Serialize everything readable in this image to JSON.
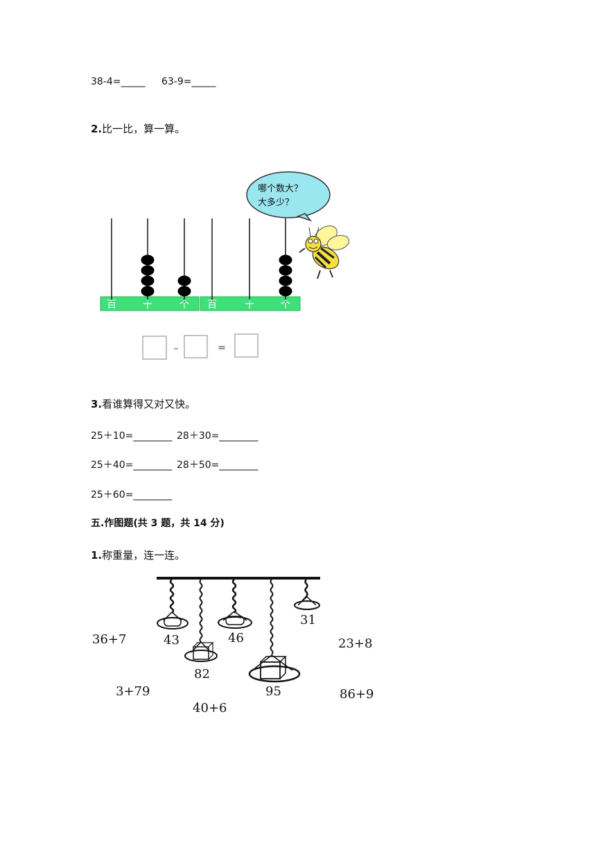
{
  "top_line": {
    "eq1": "38-4=_____",
    "eq2": "63-9=_____"
  },
  "q2": {
    "num": "2.",
    "text": "比一比，算一算。"
  },
  "bubble": {
    "line1": "哪个数大？",
    "line2": "大多少？"
  },
  "abacus": {
    "left": {
      "labels": [
        "百",
        "十",
        "个"
      ],
      "beads": [
        0,
        4,
        2
      ]
    },
    "right": {
      "labels": [
        "百",
        "十",
        "个"
      ],
      "beads": [
        0,
        0,
        4
      ]
    },
    "minus": "–",
    "equals": "="
  },
  "q3": {
    "num": "3.",
    "text": "看谁算得又对又快。",
    "rows": [
      [
        "25＋10=________",
        "28＋30=________"
      ],
      [
        "25＋40=________",
        "28＋50=________"
      ],
      [
        "25＋60=________"
      ]
    ]
  },
  "section5": "五.作图题(共 3 题，共 14 分)",
  "q5_1": {
    "num": "1.",
    "text": "称重量，连一连。"
  },
  "scale": {
    "weights": [
      "43",
      "82",
      "46",
      "95",
      "31"
    ],
    "expressions": [
      "36+7",
      "3+79",
      "40+6",
      "23+8",
      "86+9"
    ]
  }
}
